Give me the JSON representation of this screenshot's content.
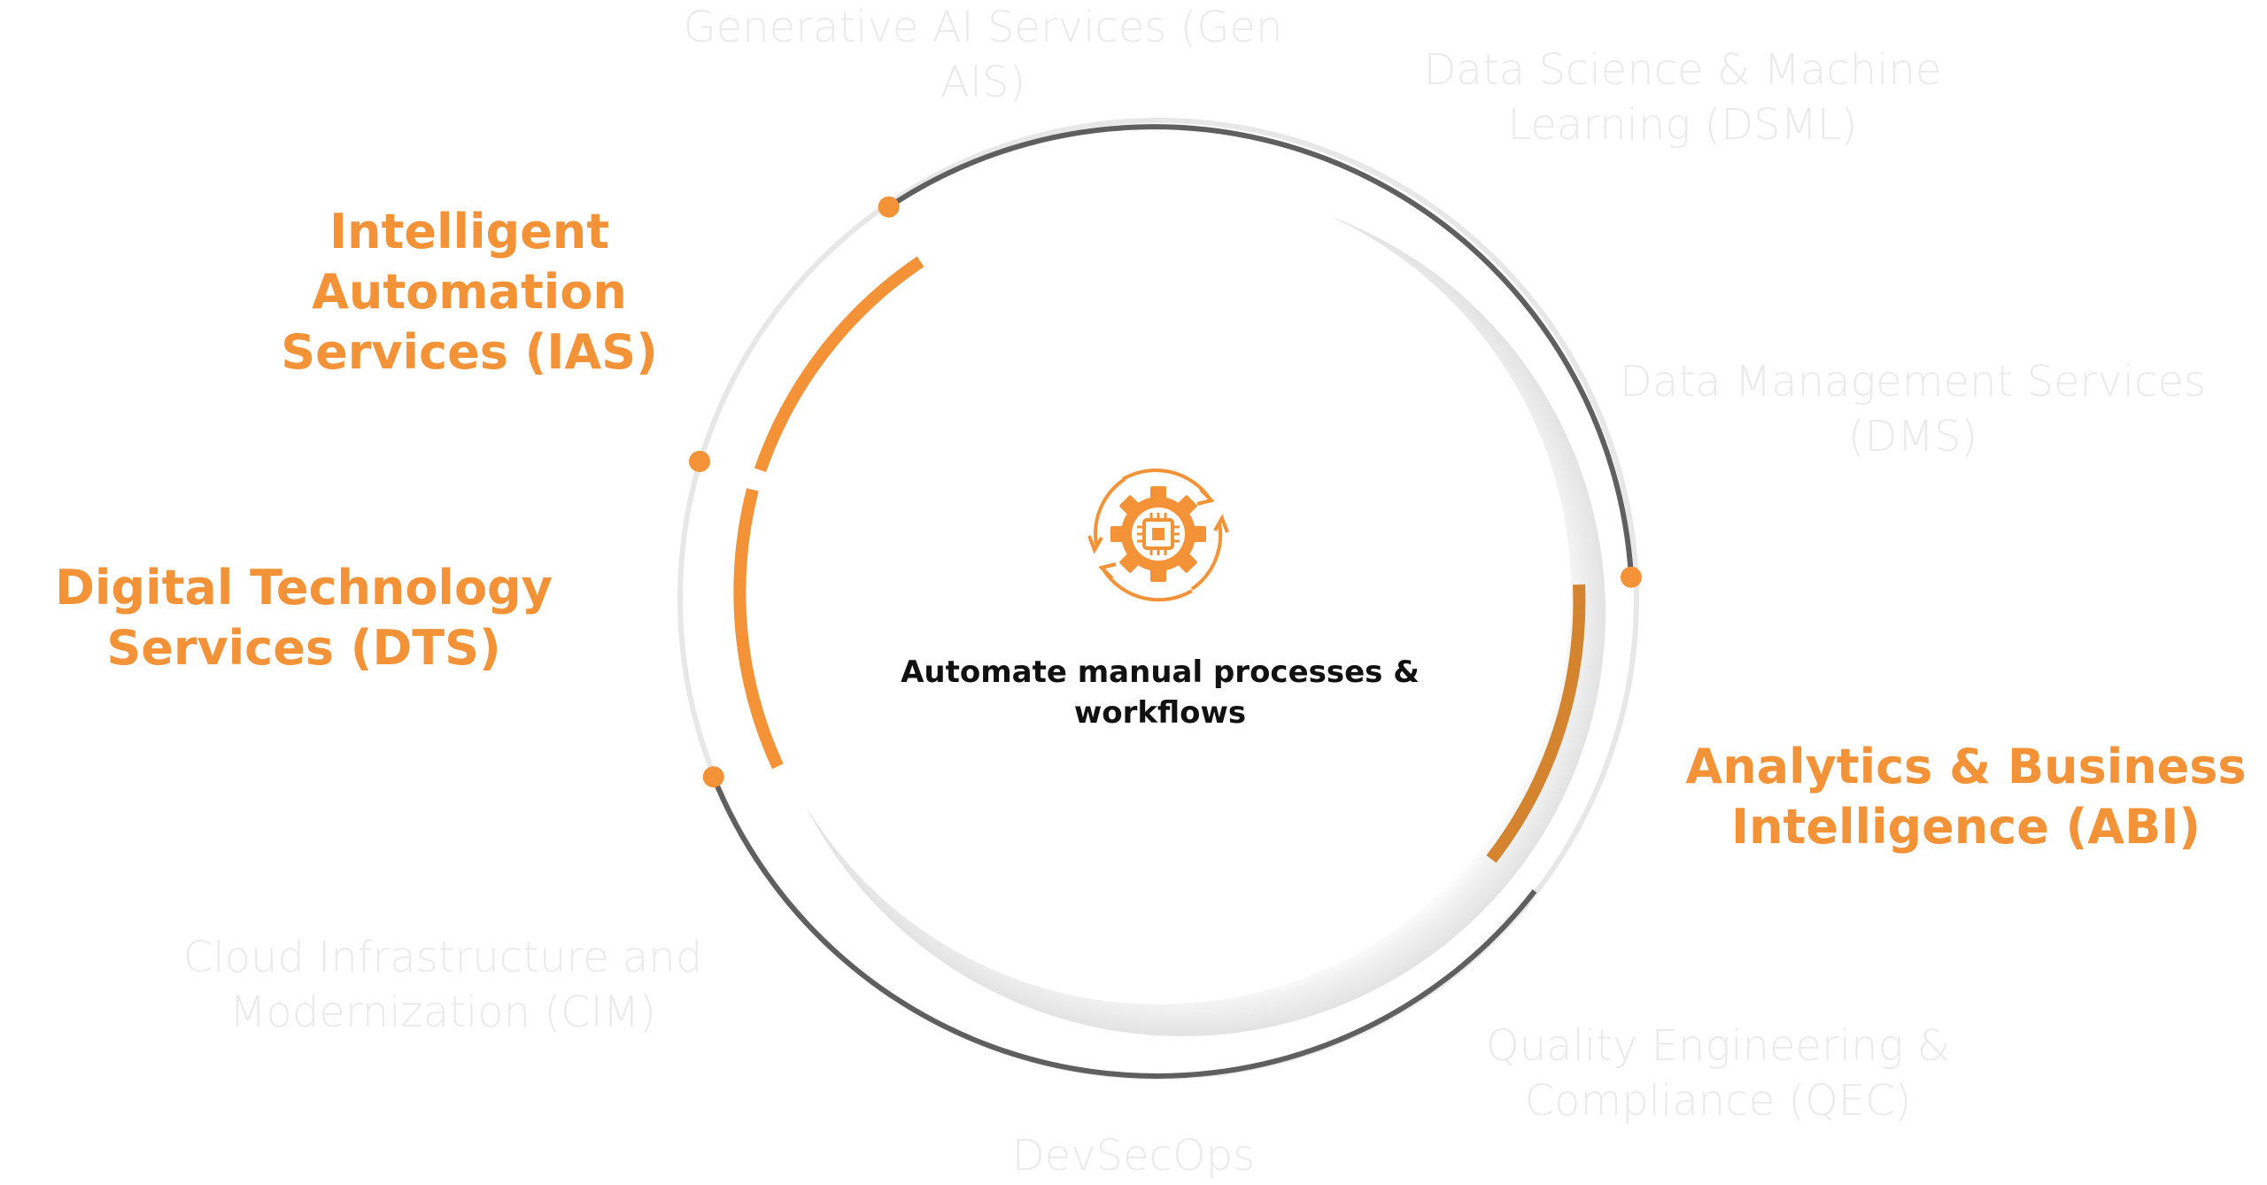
{
  "colors": {
    "accent": "#F39236",
    "outer_ring": "#5F5F5F",
    "light_ring": "#E7E7E7",
    "faded_text": "#EAEAEA",
    "center_text": "#111111"
  },
  "center": {
    "icon": "gear-chip-cycle-icon",
    "line1": "Automate manual processes &",
    "line2": "workflows"
  },
  "services": [
    {
      "id": "gen-ais",
      "lines": [
        "Generative AI Services (Gen",
        "AIS)"
      ],
      "active": false
    },
    {
      "id": "dsml",
      "lines": [
        "Data Science & Machine",
        "Learning (DSML)"
      ],
      "active": false
    },
    {
      "id": "dms",
      "lines": [
        "Data Management Services",
        "(DMS)"
      ],
      "active": false
    },
    {
      "id": "abi",
      "lines": [
        "Analytics & Business",
        "Intelligence (ABI)"
      ],
      "active": true
    },
    {
      "id": "qec",
      "lines": [
        "Quality Engineering &",
        "Compliance (QEC)"
      ],
      "active": false
    },
    {
      "id": "devsecops",
      "lines": [
        "DevSecOps"
      ],
      "active": false
    },
    {
      "id": "cim",
      "lines": [
        "Cloud Infrastructure and",
        "Modernization (CIM)"
      ],
      "active": false
    },
    {
      "id": "dts",
      "lines": [
        "Digital Technology",
        "Services (DTS)"
      ],
      "active": true
    },
    {
      "id": "ias",
      "lines": [
        "Intelligent",
        "Automation",
        "Services (IAS)"
      ],
      "active": true
    }
  ]
}
